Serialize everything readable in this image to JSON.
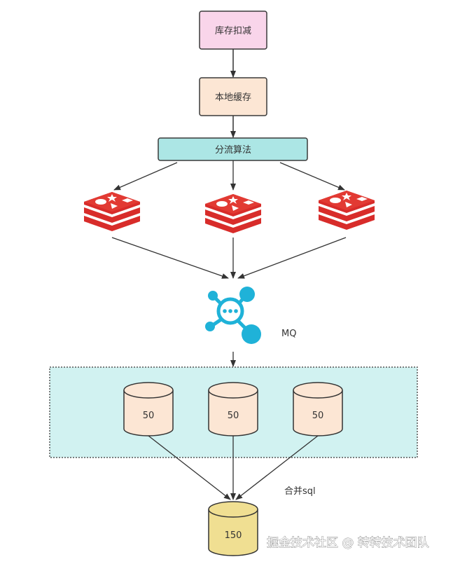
{
  "nodes": {
    "inventory_deduct": {
      "label": "库存扣减",
      "fill": "#f9d5ea"
    },
    "local_cache": {
      "label": "本地缓存",
      "fill": "#fce6d4"
    },
    "split_algorithm": {
      "label": "分流算法",
      "fill": "#ace6e5"
    },
    "redis_icon_color": "#d82c2a",
    "mq": {
      "label": "MQ",
      "icon_color": "#1fb2d8"
    },
    "group_box_fill": "#d1f2f1",
    "db_shards": [
      {
        "label": "50",
        "fill": "#fce6d4"
      },
      {
        "label": "50",
        "fill": "#fce6d4"
      },
      {
        "label": "50",
        "fill": "#fce6d4"
      }
    ],
    "merge_label": "合并sql",
    "final_db": {
      "label": "150",
      "fill": "#f0df92"
    }
  },
  "watermark": "掘金技术社区 @ 转转技术团队"
}
